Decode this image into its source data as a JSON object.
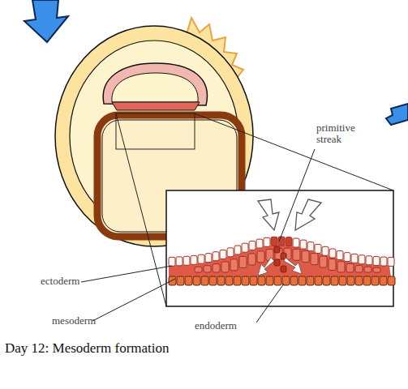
{
  "diagram": {
    "caption": "Day 12: Mesoderm formation",
    "labels": [
      "primitive streak",
      "ectoderm",
      "mesoderm",
      "endoderm"
    ]
  }
}
